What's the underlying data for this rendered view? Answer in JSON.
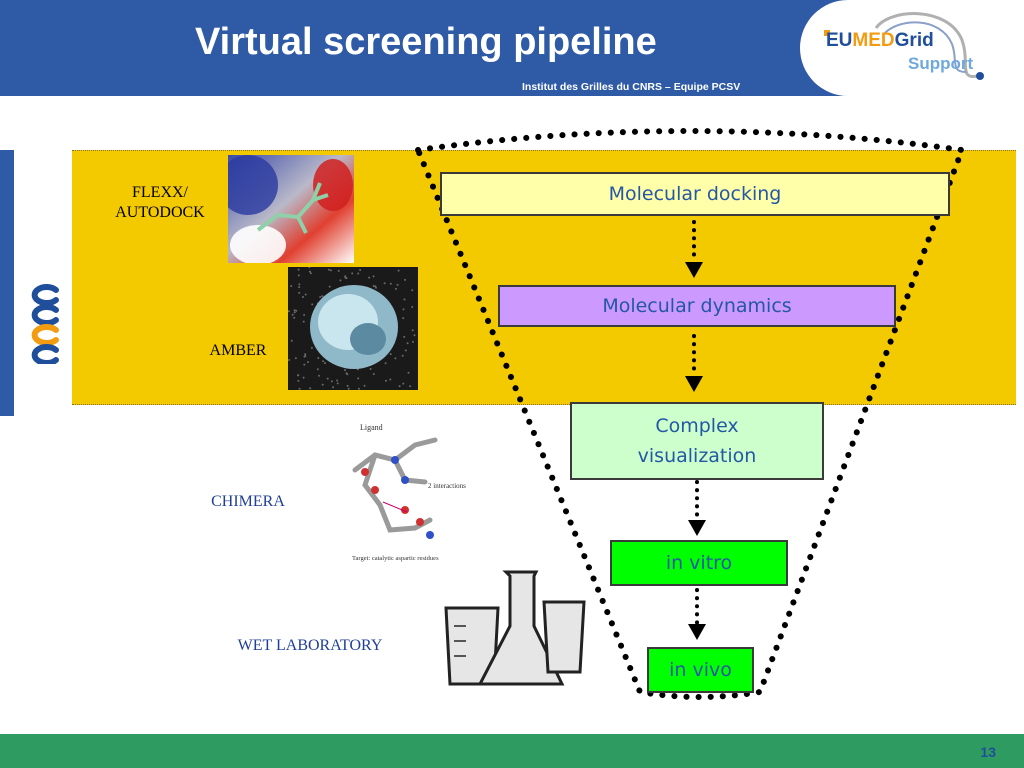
{
  "header": {
    "title": "Virtual screening pipeline",
    "subtitle": "Institut des Grilles du CNRS – Equipe PCSV"
  },
  "logo": {
    "eu": "EU",
    "med": "MED",
    "grid": "Grid",
    "support": "Support",
    "colors": {
      "eu": "#1f4e9a",
      "med": "#f39c12",
      "grid": "#1f4e9a",
      "support": "#6fa8dc"
    }
  },
  "side_logo": {
    "text": "egee"
  },
  "tools": {
    "flexx": "FLEXX/\nAUTODOCK",
    "amber": "AMBER",
    "chimera": "CHIMERA",
    "wet": "WET LABORATORY"
  },
  "chimera_figure": {
    "ligand": "Ligand",
    "interactions": "2 interactions",
    "target": "Target: catalytic aspartic residues"
  },
  "steps": [
    {
      "label": "Molecular docking",
      "fill": "#ffffaa"
    },
    {
      "label": "Molecular dynamics",
      "fill": "#cc99ff"
    },
    {
      "label": "Complex\nvisualization",
      "fill": "#ccffcc"
    },
    {
      "label": "in vitro",
      "fill": "#00ff00"
    },
    {
      "label": "in vivo",
      "fill": "#00ff00"
    }
  ],
  "footer": {
    "page_number": "13"
  },
  "colors": {
    "header_blue": "#2e5aa6",
    "band_yellow": "#f3c900",
    "footer_green": "#2e9b60",
    "step_text": "#2457a6"
  }
}
